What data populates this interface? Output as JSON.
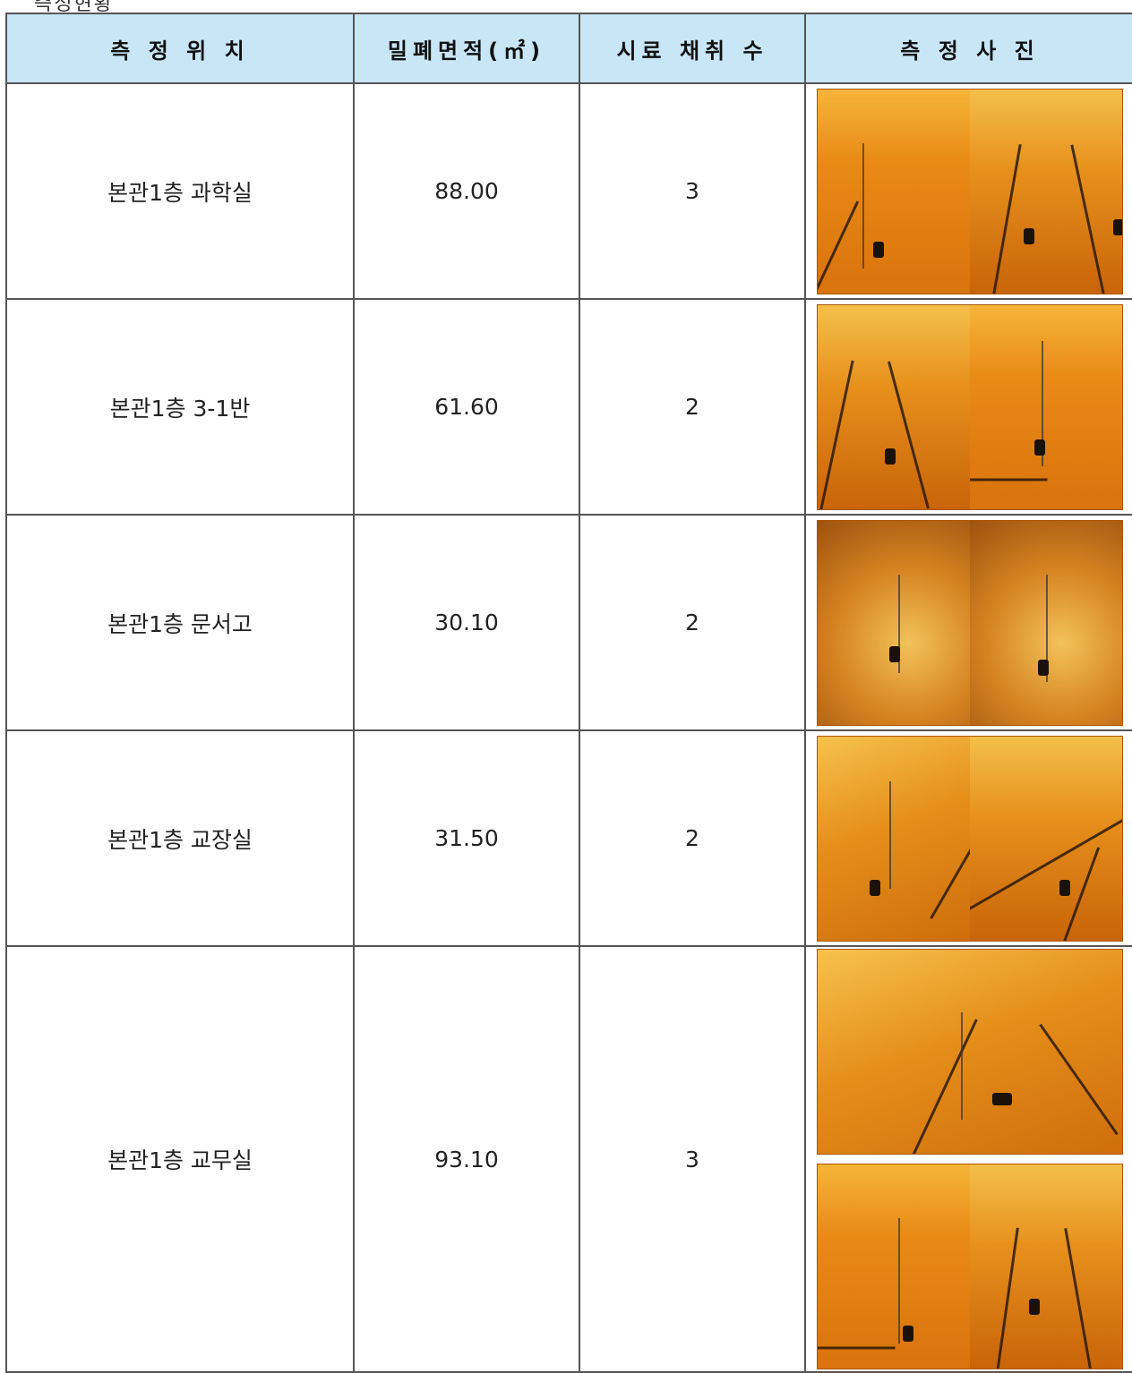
{
  "caption": "측정현황",
  "headers": {
    "location": "측 정 위 치",
    "area": "밀폐면적(㎡)",
    "samples": "시료 채취 수",
    "photo": "측 정 사 진"
  },
  "rows": [
    {
      "location": "본관1층 과학실",
      "area": "88.00",
      "samples": "3"
    },
    {
      "location": "본관1층 3-1반",
      "area": "61.60",
      "samples": "2"
    },
    {
      "location": "본관1층 문서고",
      "area": "30.10",
      "samples": "2"
    },
    {
      "location": "본관1층 교장실",
      "area": "31.50",
      "samples": "2"
    },
    {
      "location": "본관1층 교무실",
      "area": "93.10",
      "samples": "3"
    }
  ]
}
